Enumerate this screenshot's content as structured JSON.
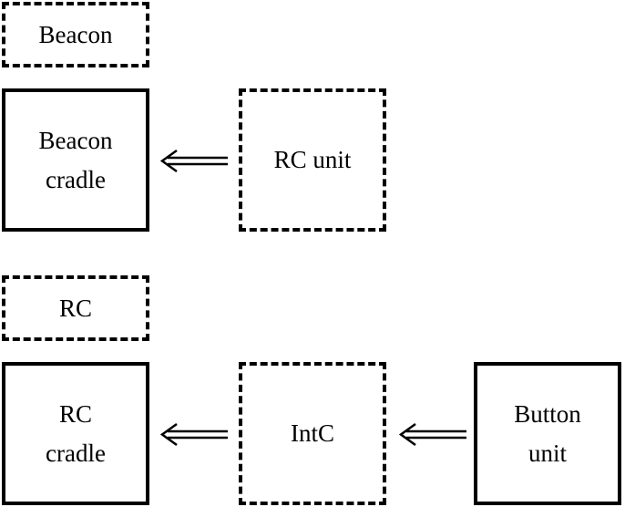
{
  "diagram": {
    "groups": [
      {
        "legend": {
          "label": "Beacon",
          "style": "dashed"
        },
        "nodes": [
          {
            "label": "Beacon\ncradle",
            "style": "solid"
          },
          {
            "label": "RC unit",
            "style": "dashed"
          }
        ],
        "edges": [
          {
            "from": "RC unit",
            "to": "Beacon\ncradle",
            "arrow": "double-line"
          }
        ]
      },
      {
        "legend": {
          "label": "RC",
          "style": "dashed"
        },
        "nodes": [
          {
            "label": "RC\ncradle",
            "style": "solid"
          },
          {
            "label": "IntC",
            "style": "dashed"
          },
          {
            "label": "Button\nunit",
            "style": "solid"
          }
        ],
        "edges": [
          {
            "from": "IntC",
            "to": "RC\ncradle",
            "arrow": "double-line"
          },
          {
            "from": "Button\nunit",
            "to": "IntC",
            "arrow": "double-line"
          }
        ]
      }
    ],
    "colors": {
      "stroke": "#000000",
      "background": "#ffffff"
    }
  }
}
